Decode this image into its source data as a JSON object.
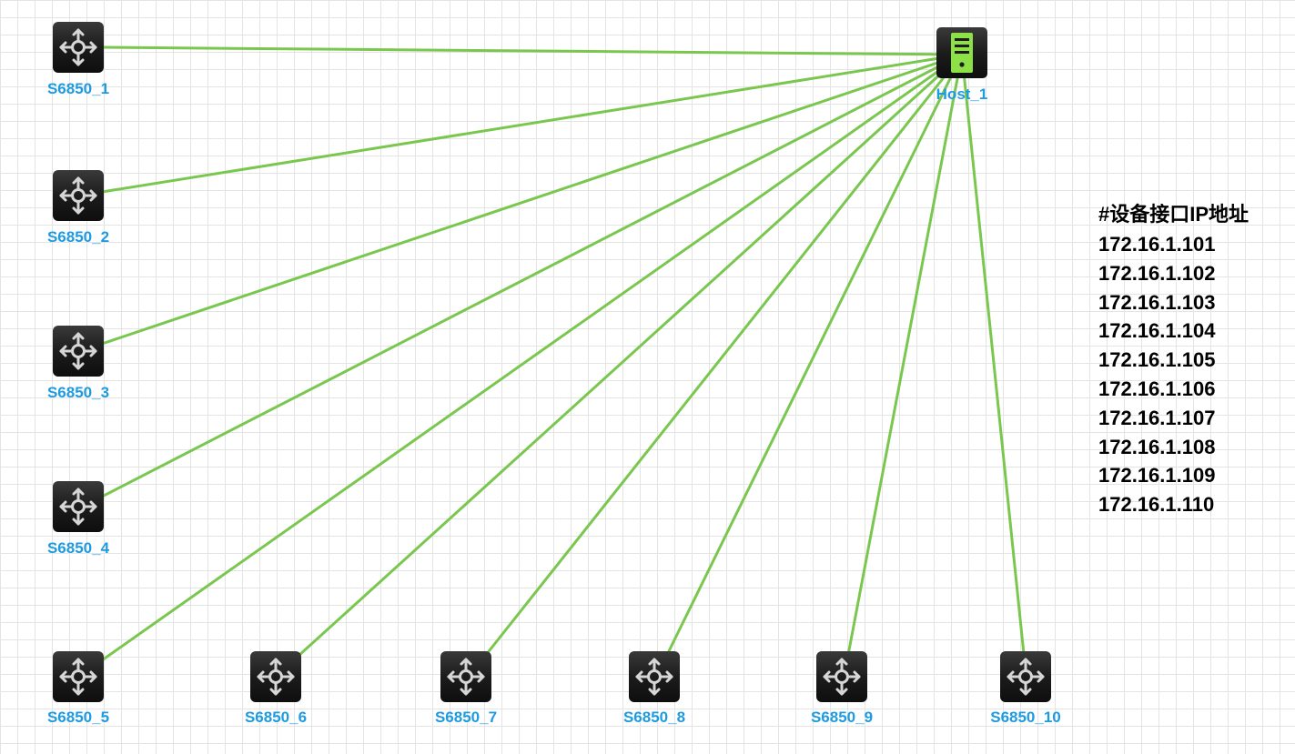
{
  "host": {
    "label": "Host_1",
    "icon": "server-icon",
    "color": "#8de045"
  },
  "switches": [
    {
      "label": "S6850_1",
      "icon": "switch-icon"
    },
    {
      "label": "S6850_2",
      "icon": "switch-icon"
    },
    {
      "label": "S6850_3",
      "icon": "switch-icon"
    },
    {
      "label": "S6850_4",
      "icon": "switch-icon"
    },
    {
      "label": "S6850_5",
      "icon": "switch-icon"
    },
    {
      "label": "S6850_6",
      "icon": "switch-icon"
    },
    {
      "label": "S6850_7",
      "icon": "switch-icon"
    },
    {
      "label": "S6850_8",
      "icon": "switch-icon"
    },
    {
      "label": "S6850_9",
      "icon": "switch-icon"
    },
    {
      "label": "S6850_10",
      "icon": "switch-icon"
    }
  ],
  "ip_panel": {
    "title": "#设备接口IP地址",
    "addresses": [
      "172.16.1.101",
      "172.16.1.102",
      "172.16.1.103",
      "172.16.1.104",
      "172.16.1.105",
      "172.16.1.106",
      "172.16.1.107",
      "172.16.1.108",
      "172.16.1.109",
      "172.16.1.110"
    ]
  },
  "colors": {
    "link": "#7ac74f",
    "label": "#1e9be0",
    "icon_bg": "#1c1c1c",
    "switch_arrows": "#d6d6d6",
    "grid": "#e4e4e4"
  }
}
